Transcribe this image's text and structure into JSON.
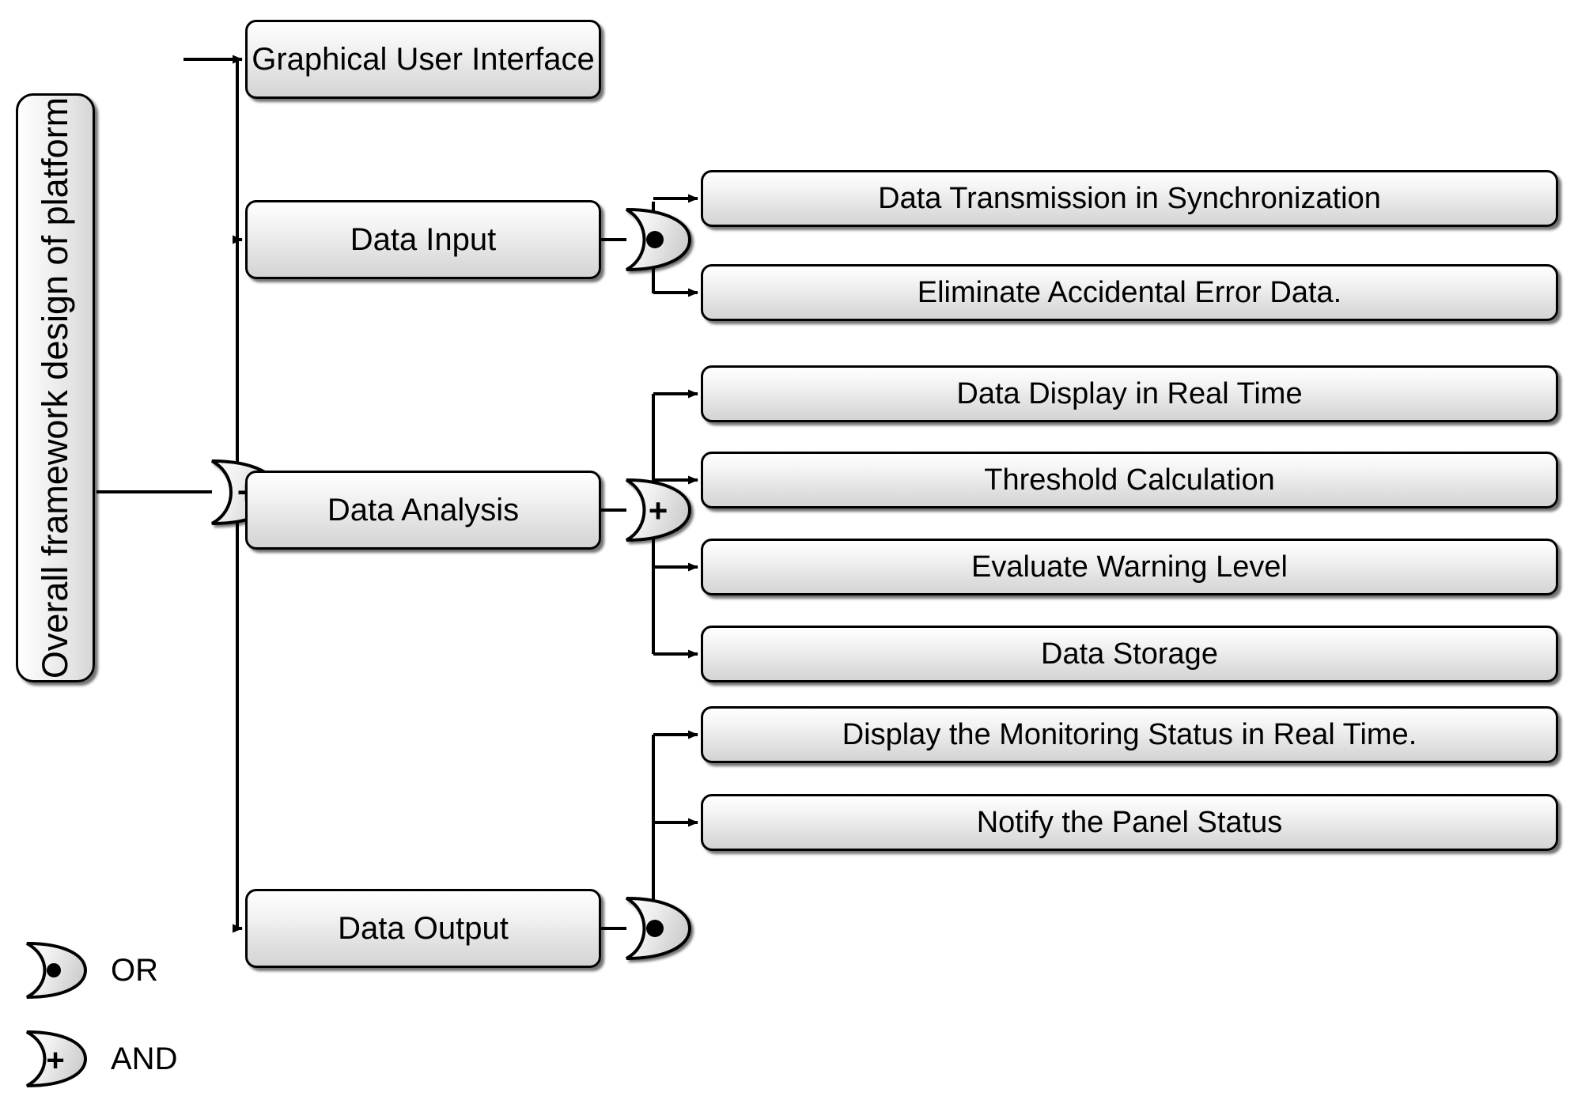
{
  "diagram": {
    "title": "Overall framework design of platform",
    "type": "fault-tree / functional decomposition",
    "root": {
      "label": "Overall framework design of platform",
      "gate": "AND",
      "gate_symbol": "+"
    },
    "level1": [
      {
        "id": "gui",
        "label": "Graphical User Interface",
        "gate": null
      },
      {
        "id": "din",
        "label": "Data Input",
        "gate": "OR",
        "gate_symbol": "•"
      },
      {
        "id": "dana",
        "label": "Data Analysis",
        "gate": "AND",
        "gate_symbol": "+"
      },
      {
        "id": "dout",
        "label": "Data Output",
        "gate": "OR",
        "gate_symbol": "•"
      }
    ],
    "level2": {
      "din": [
        "Data Transmission in Synchronization",
        "Eliminate Accidental Error Data."
      ],
      "dana": [
        "Data Display in Real Time",
        "Threshold Calculation",
        "Evaluate Warning Level",
        "Data Storage"
      ],
      "dout": [
        "Display the Monitoring Status in Real Time.",
        "Notify the Panel Status"
      ]
    },
    "legend": [
      {
        "symbol": "•",
        "label": "OR",
        "name": "or-gate"
      },
      {
        "symbol": "+",
        "label": "AND",
        "name": "and-gate"
      }
    ],
    "colors": {
      "stroke": "#000000",
      "box_fill_top": "#ffffff",
      "box_fill_bottom": "#d4d4d4",
      "background": "#ffffff",
      "text": "#000000"
    }
  }
}
